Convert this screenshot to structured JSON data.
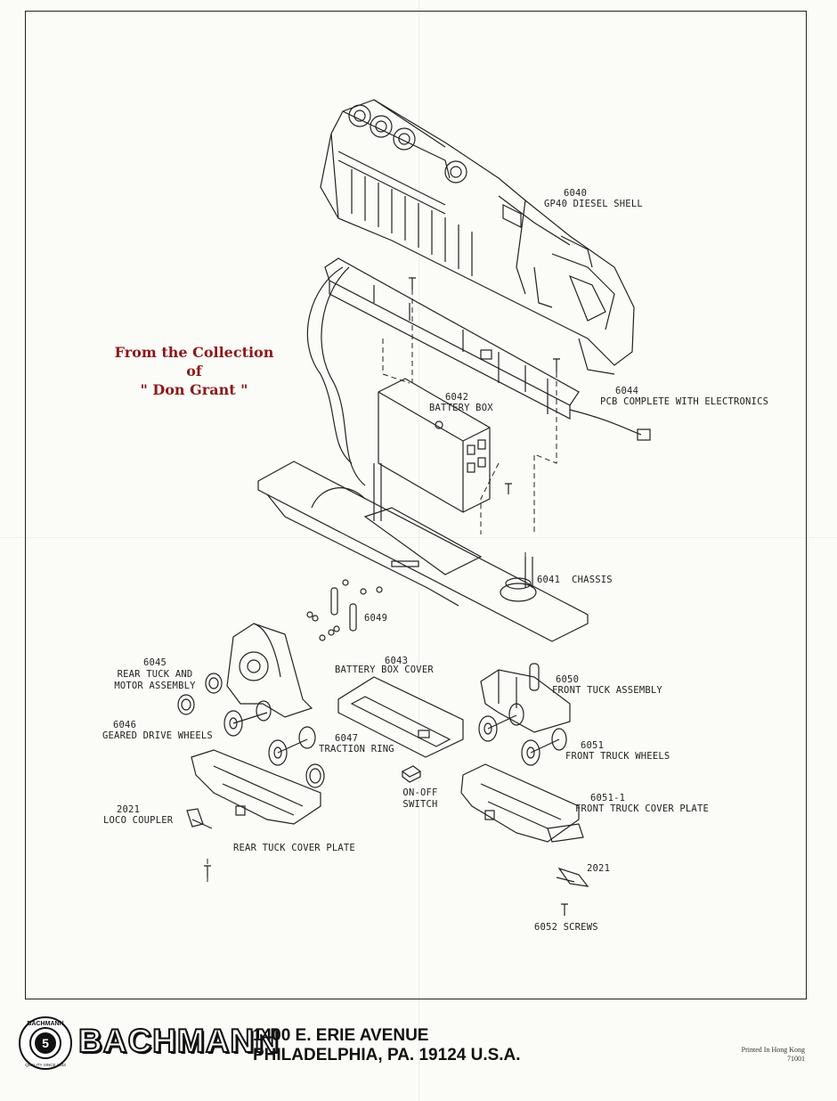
{
  "watermark": {
    "line1": "From the Collection of",
    "line2": "\" Don Grant \""
  },
  "parts": {
    "p6040": {
      "number": "6040",
      "name": "GP40 DIESEL SHELL"
    },
    "p6044": {
      "number": "6044",
      "name": "PCB COMPLETE WITH ELECTRONICS"
    },
    "p6042": {
      "number": "6042",
      "name": "BATTERY BOX"
    },
    "p6041": {
      "number": "6041",
      "name": "CHASSIS"
    },
    "p6049": {
      "number": "6049"
    },
    "p6045": {
      "number": "6045",
      "name_line1": "REAR TUCK AND",
      "name_line2": "MOTOR ASSEMBLY"
    },
    "p6043": {
      "number": "6043",
      "name": "BATTERY BOX COVER"
    },
    "p6050": {
      "number": "6050",
      "name": "FRONT TUCK ASSEMBLY"
    },
    "p6046": {
      "number": "6046",
      "name": "GEARED DRIVE WHEELS"
    },
    "p6047": {
      "number": "6047",
      "name": "TRACTION RING"
    },
    "p6051": {
      "number": "6051",
      "name": "FRONT TRUCK WHEELS"
    },
    "onoff": {
      "line1": "ON-OFF",
      "line2": "SWITCH"
    },
    "p6051_1": {
      "number": "6051-1",
      "name": "FRONT TRUCK COVER PLATE"
    },
    "p2021a": {
      "number": "2021",
      "name": "LOCO COUPLER"
    },
    "rear_cover": {
      "name": "REAR TUCK COVER PLATE"
    },
    "p2021b": {
      "number": "2021"
    },
    "p6052": {
      "name": "6052 SCREWS"
    }
  },
  "footer": {
    "brand": "BACHMANN",
    "address_line1": "1400 E. ERIE AVENUE",
    "address_line2": "PHILADELPHIA, PA. 19124 U.S.A.",
    "printed": "Printed In Hong Kong",
    "code": "71001",
    "logo_text": "BACHMANN",
    "logo_sub": "QUALITY SINCE 1833",
    "logo_num": "5"
  }
}
